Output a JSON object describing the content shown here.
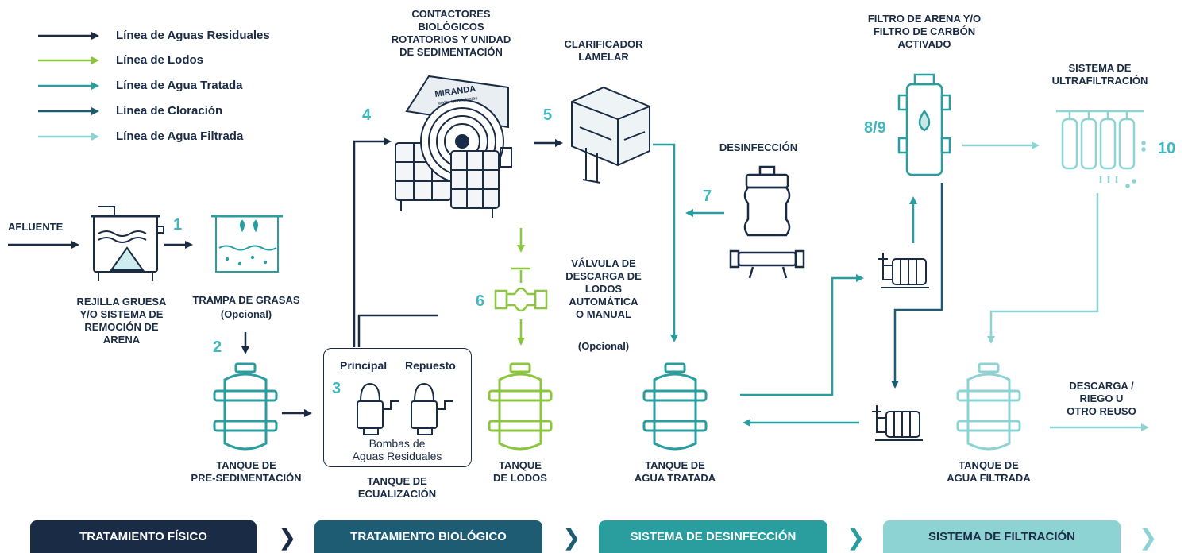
{
  "legend": [
    {
      "label": "Línea de Aguas Residuales",
      "color": "#1a2b45"
    },
    {
      "label": "Línea de Lodos",
      "color": "#8cc63f"
    },
    {
      "label": "Línea de Agua Tratada",
      "color": "#2a9d9f"
    },
    {
      "label": "Línea de Cloración",
      "color": "#1d5c73"
    },
    {
      "label": "Línea de Agua Filtrada",
      "color": "#8ed3d3"
    }
  ],
  "labels": {
    "afluente": "AFLUENTE",
    "rejilla": "REJILLA GRUESA\nY/O SISTEMA DE\nREMOCIÓN DE\nARENA",
    "trampa": "TRAMPA DE GRASAS",
    "trampa_opt": "(Opcional)",
    "pre_sed": "TANQUE DE\nPRE-SEDIMENTACIÓN",
    "principal": "Principal",
    "repuesto": "Repuesto",
    "bombas": "Bombas de\nAguas Residuales",
    "ecualizacion": "TANQUE DE\nECUALIZACIÓN",
    "contactores": "CONTACTORES\nBIOLÓGICOS\nROTATORIOS Y UNIDAD\nDE SEDIMENTACIÓN",
    "clarificador": "CLARIFICADOR\nLAMELAR",
    "valvula": "VÁLVULA DE\nDESCARGA DE\nLODOS\nAUTOMÁTICA\nO MANUAL",
    "valvula_opt": "(Opcional)",
    "tanque_lodos": "TANQUE\nDE LODOS",
    "desinfeccion": "DESINFECCIÓN",
    "tanque_tratada": "TANQUE DE\nAGUA TRATADA",
    "filtro": "FILTRO DE ARENA Y/O\nFILTRO DE CARBÓN\nACTIVADO",
    "ultrafiltracion": "SISTEMA DE\nULTRAFILTRACIÓN",
    "tanque_filtrada": "TANQUE DE\nAGUA FILTRADA",
    "descarga": "DESCARGA /\nRIEGO U\nOTRO REUSO",
    "logo_text": "MIRANDA",
    "logo_sub": "water technologies"
  },
  "step_numbers": {
    "n1": "1",
    "n2": "2",
    "n3": "3",
    "n4": "4",
    "n5": "5",
    "n6": "6",
    "n7": "7",
    "n89": "8/9",
    "n10": "10"
  },
  "stages": [
    {
      "label": "TRATAMIENTO FÍSICO",
      "color": "#1a2b45"
    },
    {
      "label": "TRATAMIENTO BIOLÓGICO",
      "color": "#1d5c73"
    },
    {
      "label": "SISTEMA DE DESINFECCIÓN",
      "color": "#2a9d9f"
    },
    {
      "label": "SISTEMA DE FILTRACIÓN",
      "color": "#8ed3d3"
    }
  ],
  "colors": {
    "navy": "#1a2b45",
    "green": "#8cc63f",
    "teal": "#2a9d9f",
    "dark_teal": "#1d5c73",
    "light_teal": "#8ed3d3",
    "number": "#3fb7bd"
  }
}
